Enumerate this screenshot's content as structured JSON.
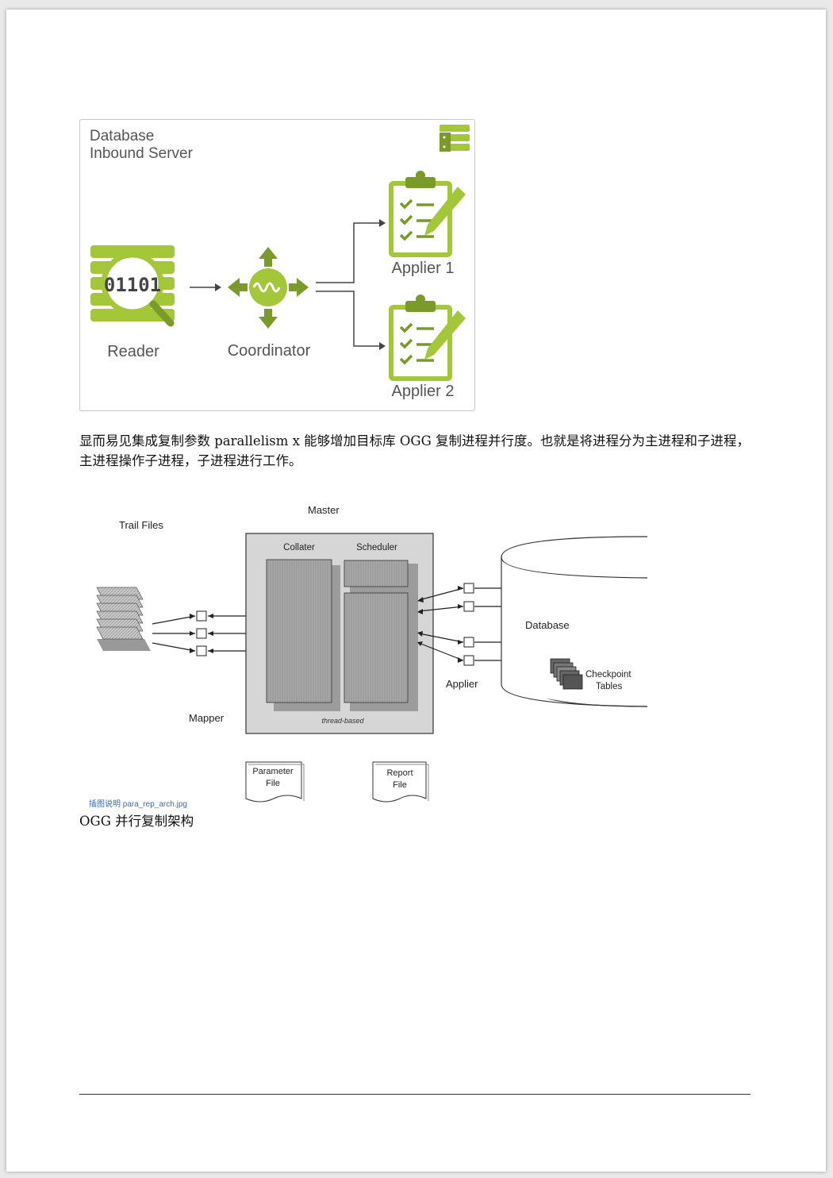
{
  "figure1": {
    "title_line1": "Database",
    "title_line2": "Inbound Server",
    "reader_label": "Reader",
    "reader_binary": "01101",
    "coordinator_label": "Coordinator",
    "applier1_label": "Applier 1",
    "applier2_label": "Applier 2",
    "accent_color": "#a4c639",
    "icons": [
      "server-stack-icon",
      "reader-magnifier-icon",
      "coordinator-arrows-icon",
      "clipboard-checklist-icon"
    ]
  },
  "paragraph": "显而易见集成复制参数 parallelism x 能够增加目标库 OGG 复制进程并行度。也就是将进程分为主进程和子进程，主进程操作子进程，子进程进行工作。",
  "figure2": {
    "trail_files": "Trail Files",
    "master": "Master",
    "collater": "Collater",
    "scheduler": "Scheduler",
    "thread_based": "thread-based",
    "mapper": "Mapper",
    "applier": "Applier",
    "database": "Database",
    "checkpoint_line1": "Checkpoint",
    "checkpoint_line2": "Tables",
    "parameter_line1": "Parameter",
    "parameter_line2": "File",
    "report_line1": "Report",
    "report_line2": "File"
  },
  "image_caption": "插图说明 para_rep_arch.jpg",
  "figure_caption": "OGG 并行复制架构"
}
